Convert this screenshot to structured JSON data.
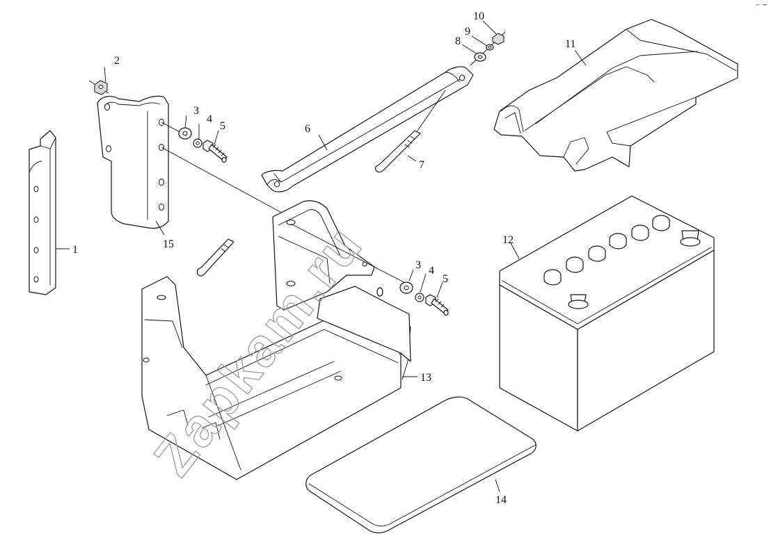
{
  "callouts": {
    "c1": "1",
    "c2": "2",
    "c3a": "3",
    "c4a": "4",
    "c5a": "5",
    "c6": "6",
    "c7": "7",
    "c8": "8",
    "c9": "9",
    "c10": "10",
    "c11": "11",
    "c12": "12",
    "c13": "13",
    "c14": "14",
    "c15": "15",
    "c3b": "3",
    "c4b": "4",
    "c5b": "5"
  },
  "watermark": {
    "text": "Zapkam.ru"
  },
  "corner_mark": "⌐ ━"
}
